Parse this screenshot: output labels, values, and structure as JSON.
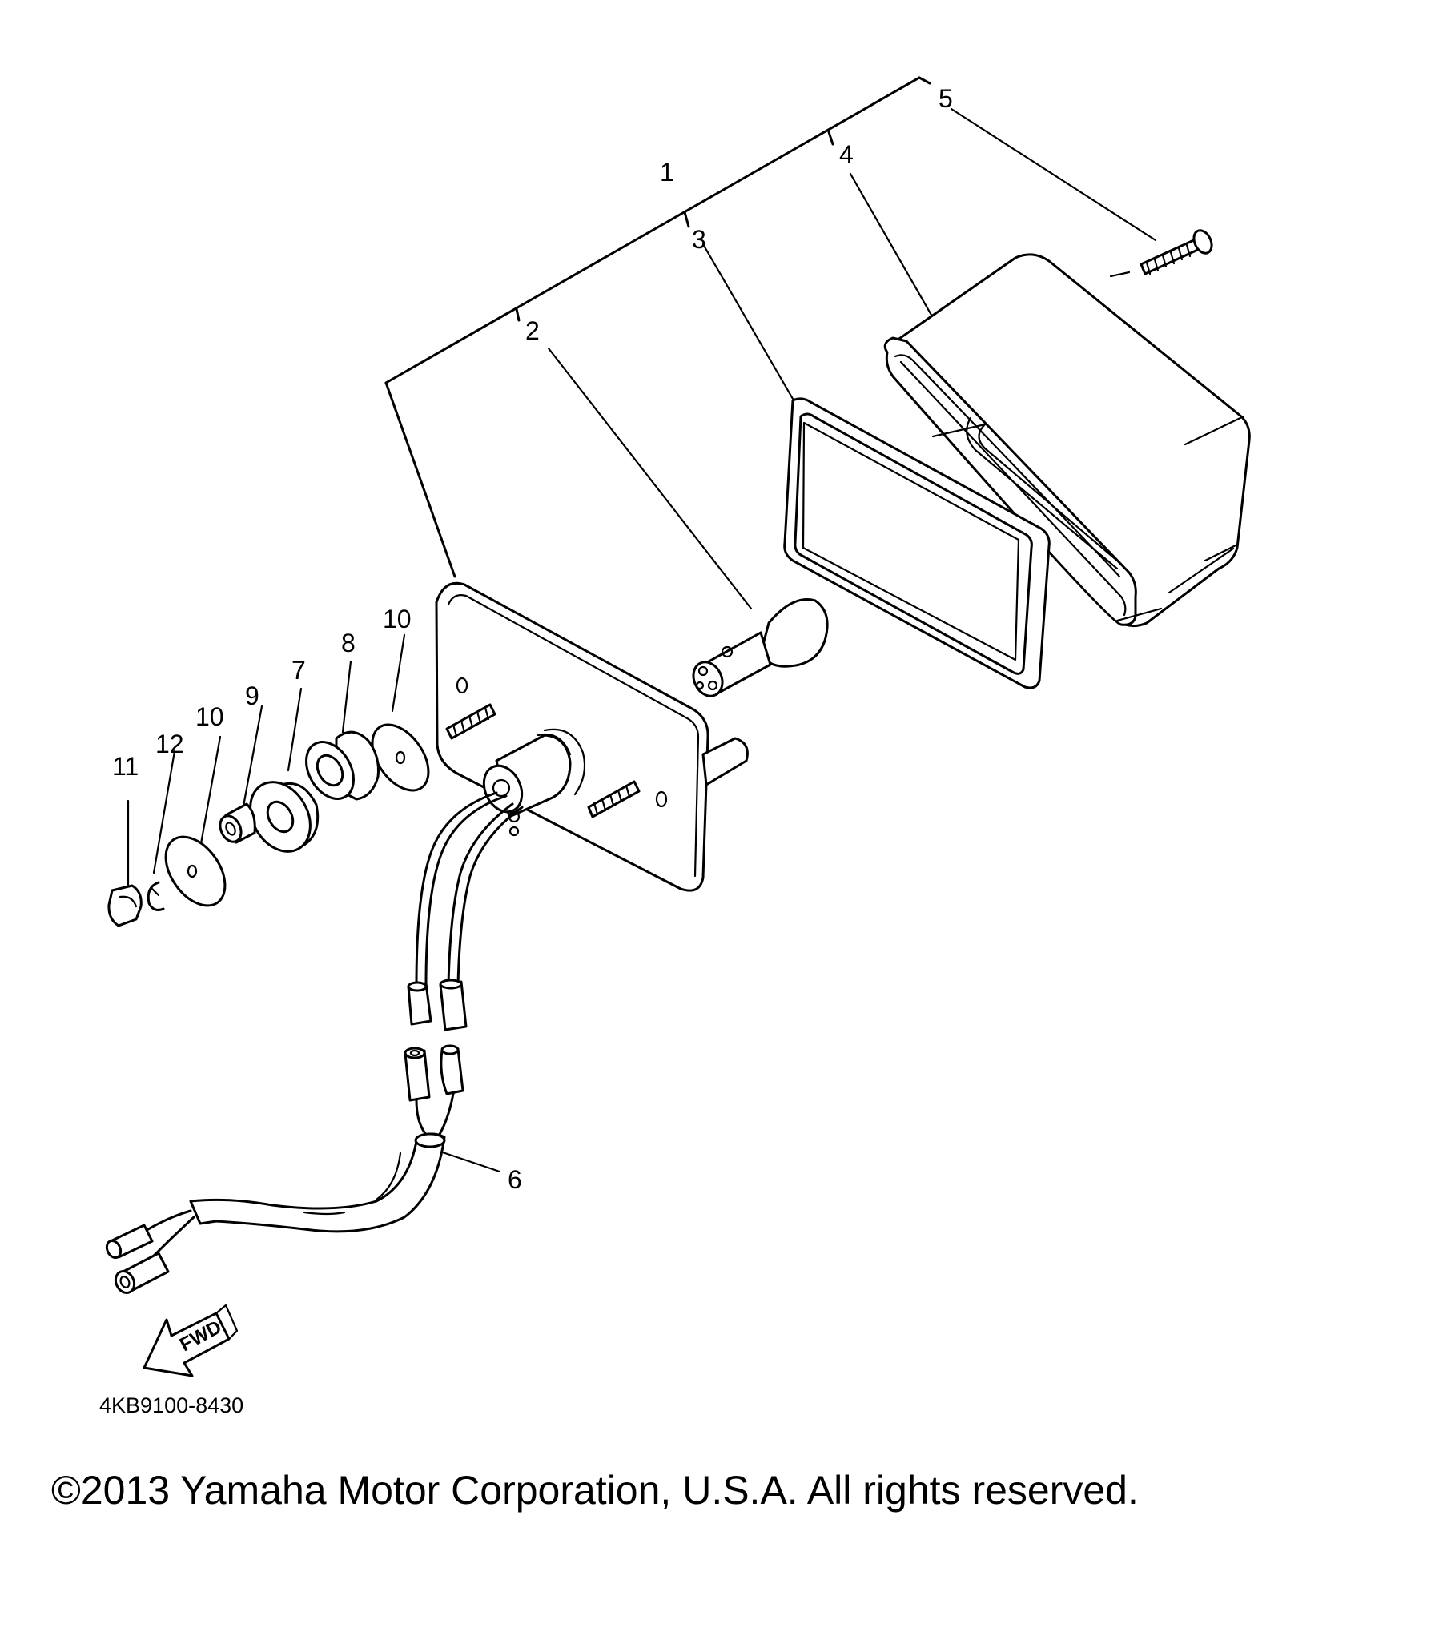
{
  "callouts": {
    "c1": "1",
    "c2": "2",
    "c3": "3",
    "c4": "4",
    "c5": "5",
    "c6": "6",
    "c7": "7",
    "c8": "8",
    "c9": "9",
    "c10a": "10",
    "c10b": "10",
    "c11": "11",
    "c12": "12"
  },
  "fwd_arrow": {
    "label": "FWD",
    "icon": "fwd-arrow-icon"
  },
  "diagram_code": "4KB9100-8430",
  "copyright": "©2013 Yamaha Motor Corporation, U.S.A. All rights reserved."
}
